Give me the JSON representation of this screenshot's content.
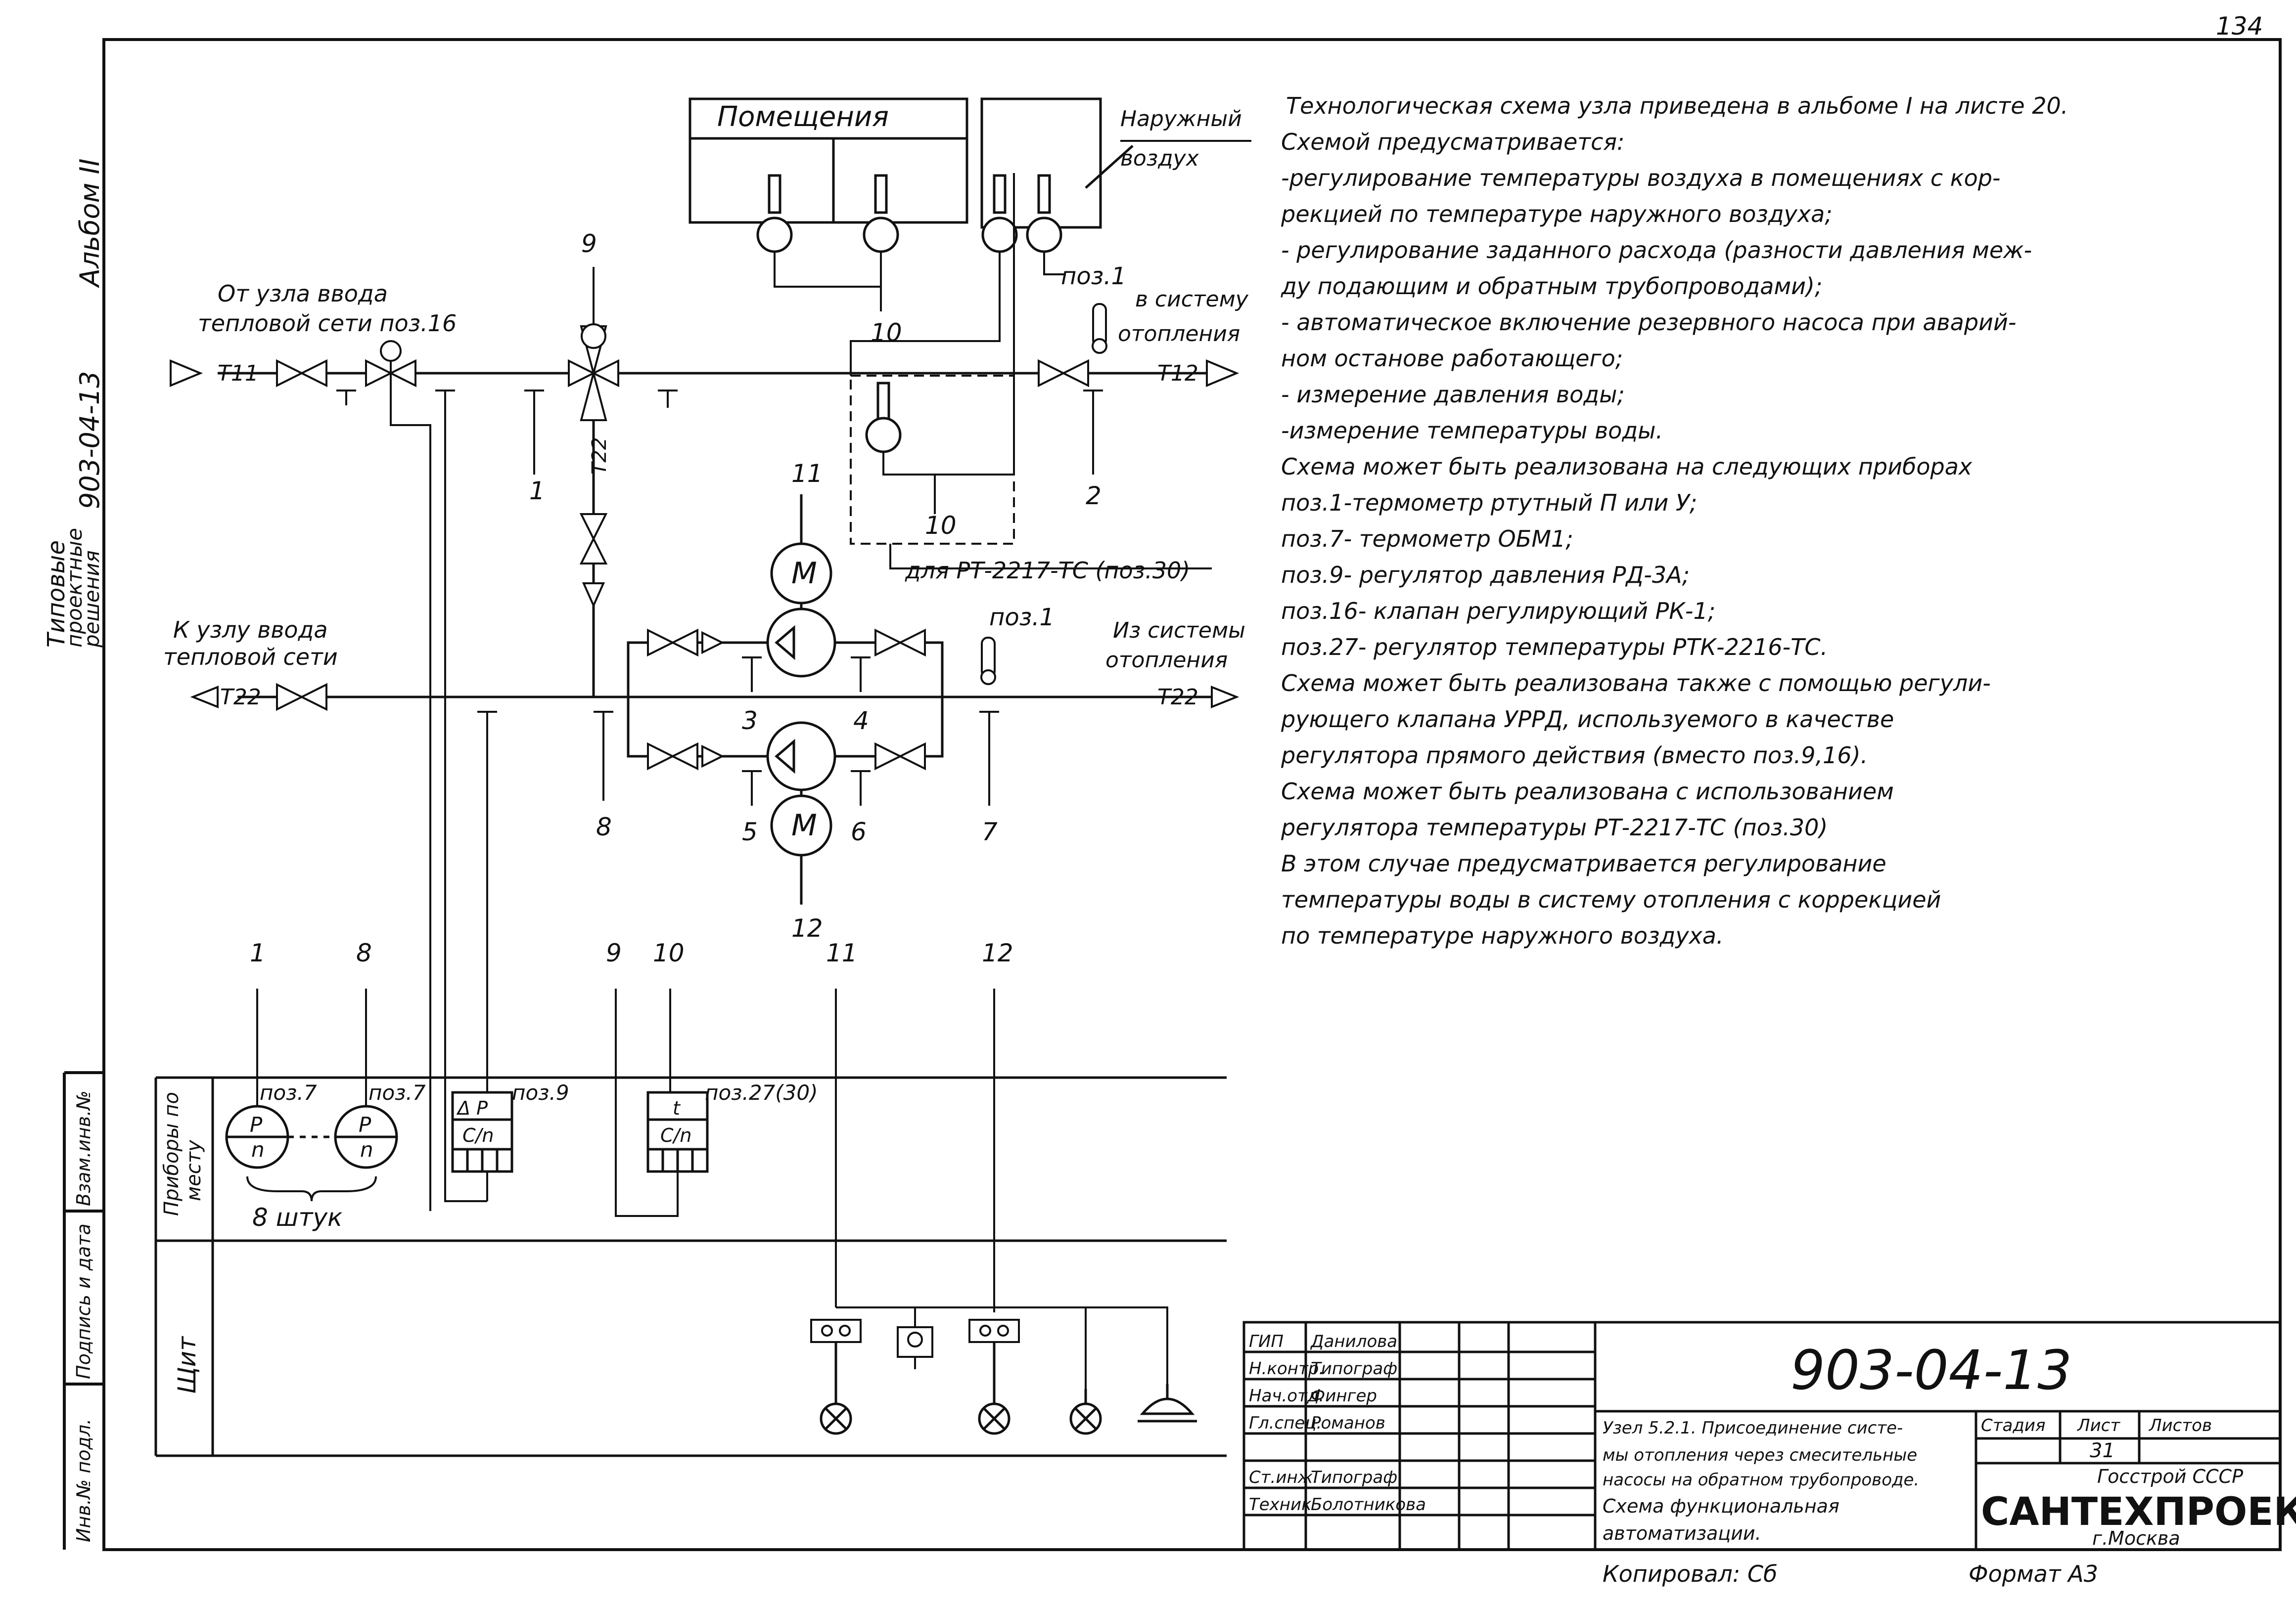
{
  "margin": {
    "album": "Альбом II",
    "series": "903-04-13",
    "typical_1": "Типовые",
    "typical_2": "проектные",
    "typical_3": "решения",
    "stamp_1": "Инв.№ подл.",
    "stamp_2": "Подпись и дата",
    "stamp_3": "Взам.инв.№",
    "page_number": "134"
  },
  "diagram": {
    "rooms": "Помещения",
    "outside_air_1": "Наружный",
    "outside_air_2": "воздух",
    "from_node_1": "От узла ввода",
    "from_node_2": "тепловой сети поз.16",
    "to_node_1": "К узлу ввода",
    "to_node_2": "тепловой сети",
    "to_heating_1": "в систему",
    "to_heating_2": "отопления",
    "from_heating_1": "Из системы",
    "from_heating_2": "отопления",
    "for_rt": "для РТ-2217-ТС (поз.30)",
    "pipe_t11": "Т11",
    "pipe_t12": "Т12",
    "pipe_t22": "Т22",
    "pos1": "поз.1",
    "motor": "М",
    "num_1": "1",
    "num_2": "2",
    "num_3": "3",
    "num_4": "4",
    "num_5": "5",
    "num_6": "6",
    "num_7": "7",
    "num_8": "8",
    "num_9": "9",
    "num_10": "10",
    "num_11": "11",
    "num_12": "12"
  },
  "panel": {
    "local_label_1": "Приборы по",
    "local_label_2": "месту",
    "board_label": "Щит",
    "pos37a": "поз.7",
    "pos37b": "поз.7",
    "pos39": "поз.9",
    "pos327": "поз.27(30)",
    "count": "8 штук",
    "gauge_top": "P",
    "gauge_bot": "n",
    "reg_top": "Δ P",
    "reg_bot": "C/n",
    "treg_top": "t",
    "treg_bot": "C/n"
  },
  "notes": {
    "lines": [
      "Технологическая схема узла приведена в альбоме I на листе 20.",
      "Схемой предусматривается:",
      "-регулирование температуры воздуха в помещениях с кор-",
      "рекцией по температуре наружного воздуха;",
      "- регулирование заданного расхода (разности давления меж-",
      "ду подающим и обратным трубопроводами);",
      "- автоматическое включение резервного насоса при аварий-",
      "ном останове работающего;",
      "- измерение давления воды;",
      "-измерение температуры воды.",
      "Схема может быть реализована на следующих приборах",
      "поз.1-термометр ртутный П или У;",
      "поз.7- термометр ОБМ1;",
      "поз.9- регулятор давления РД-3А;",
      "поз.16- клапан регулирующий РК-1;",
      "поз.27- регулятор температуры РТК-2216-ТС.",
      "Схема может быть реализована также с помощью регули-",
      "рующего клапана УРРД, используемого в качестве",
      "регулятора прямого действия (вместо поз.9,16).",
      "Схема может быть реализована с использованием",
      "регулятора температуры РТ-2217-ТС (поз.30)",
      "В этом случае предусматривается регулирование",
      "температуры воды в систему отопления с коррекцией",
      "по температуре наружного воздуха."
    ]
  },
  "title_block": {
    "code": "903-04-13",
    "roles": [
      "ГИП",
      "Н.контр.",
      "Нач.отд.",
      "Гл.спец.",
      "",
      "Ст.инж.",
      "Техник"
    ],
    "names": [
      "Данилова",
      "Типограф",
      "Фингер",
      "Романов",
      "",
      "Типограф",
      "Болотникова"
    ],
    "title_1": "Узел 5.2.1. Присоединение систе-",
    "title_2": "мы отопления через смесительные",
    "title_3": "насосы на обратном трубопроводе.",
    "title_4": "Схема функциональная",
    "title_5": "автоматизации.",
    "stage_label": "Стадия",
    "sheet_label": "Лист",
    "sheets_label": "Листов",
    "sheet_value": "31",
    "org_1": "Госстрой СССР",
    "org_2": "САНТЕХПРОЕКТ",
    "org_3": "г.Москва",
    "copied": "Копировал: Сб",
    "format": "Формат А3"
  }
}
